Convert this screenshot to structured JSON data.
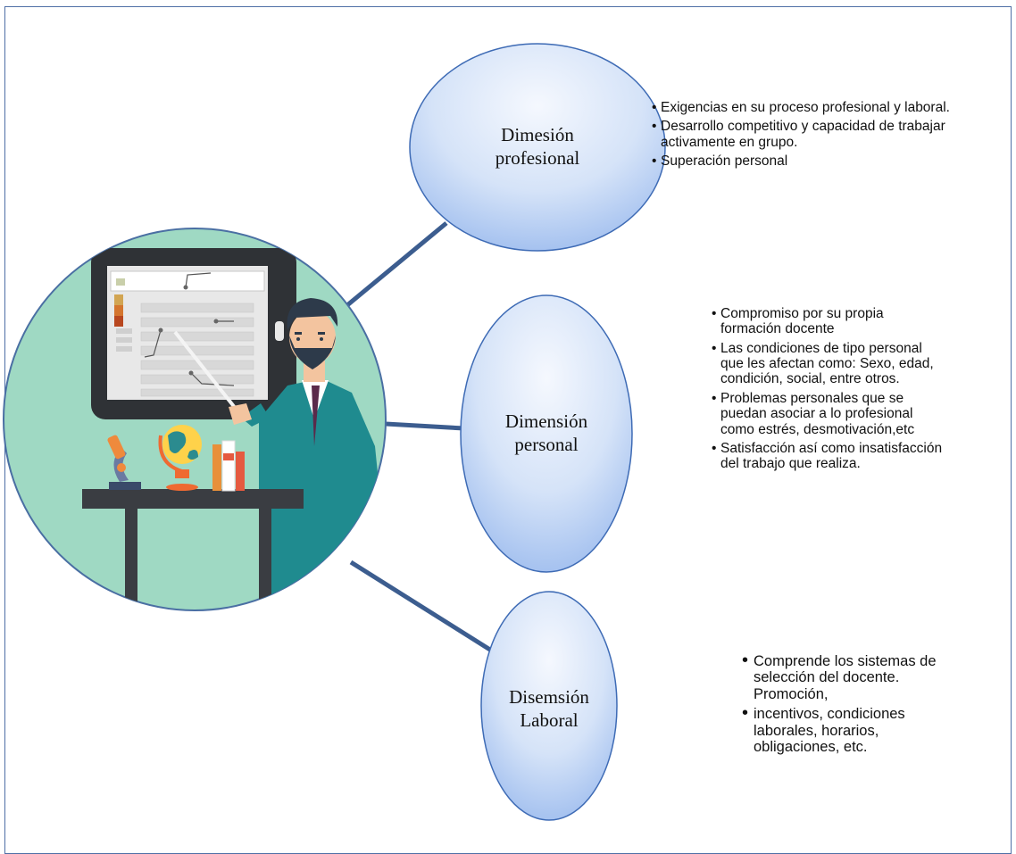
{
  "nodes": [
    {
      "id": "profesional",
      "label": "Dimesión profesional"
    },
    {
      "id": "personal",
      "label": "Dimensión personal"
    },
    {
      "id": "laboral",
      "label": "Disemsión Laboral"
    }
  ],
  "bullets": {
    "profesional": [
      "Exigencias en su proceso profesional y laboral.",
      "Desarrollo competitivo y capacidad de trabajar activamente en grupo.",
      "Superación personal"
    ],
    "personal": [
      "Compromiso por su propia formación docente",
      " Las condiciones de tipo personal que les afectan como: Sexo, edad, condición, social, entre otros.",
      " Problemas personales que se puedan asociar a lo profesional como estrés, desmotivación,etc",
      "Satisfacción así como insatisfacción del trabajo que realiza."
    ],
    "laboral": [
      " Comprende los sistemas de selección del docente. Promoción,",
      "incentivos, condiciones laborales, horarios, obligaciones, etc."
    ]
  },
  "colors": {
    "circle_fill": "#9fd9c3",
    "connector": "#3c5d8f",
    "node_top": "#f2f6fd",
    "node_bottom": "#a6c2f0",
    "node_stroke": "#3e6bb5",
    "frame": "#4f6fa6"
  }
}
